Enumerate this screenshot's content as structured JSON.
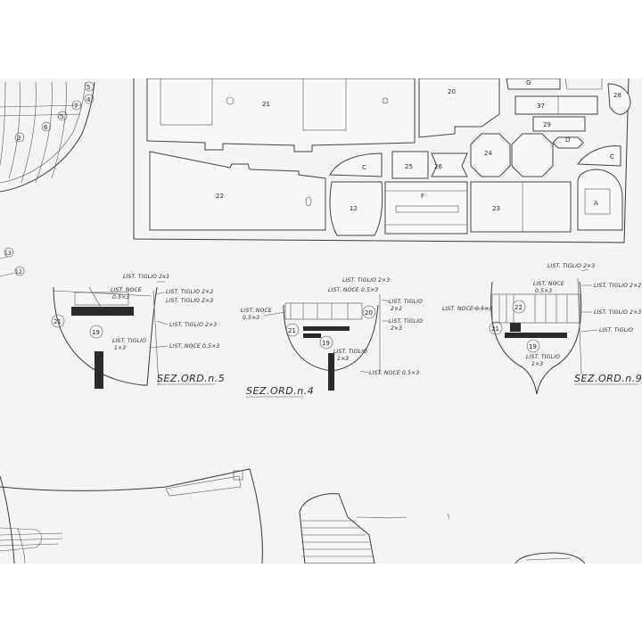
{
  "sheet": {
    "parts": {
      "p21": "21",
      "p20": "20",
      "pG": "G",
      "p28": "28",
      "p37": "37",
      "p29": "29",
      "pD": "D",
      "p24": "24",
      "p25": "25",
      "p26": "26",
      "pC1": "C",
      "pC2": "C",
      "p22": "22",
      "p12": "12",
      "pF": "F",
      "p23": "23",
      "pA": "A"
    },
    "topleft": {
      "n5": "5",
      "n4": "4",
      "n7": "7",
      "n6": "6",
      "n3": "3",
      "n13": "13",
      "n12": "12"
    },
    "section5": {
      "title": "SEZ.ORD.n.5",
      "list_tiglio_2x3": "LIST. TIGLIO 2x3",
      "list_noce": "LIST. NOCE",
      "noce_size": "0.5×3",
      "list_tiglio_2x2": "LIST. TIGLIO 2×2",
      "list_tiglio_2x3b": "LIST. TIGLIO 2×3",
      "list_tiglio_2x3c": "LIST. TIGLIO 2×3",
      "list_tiglio": "LIST. TIGLIO",
      "tiglio_size": "1×3",
      "list_noce_05x3": "LIST. NOCE 0.5×3",
      "c21": "21",
      "c19": "19"
    },
    "section4": {
      "title": "SEZ.ORD.n.4",
      "list_tiglio_2x3": "LIST. TIGLIO 2×3",
      "list_noce_05x3": "LIST. NOCE 0.5×3",
      "list_noce": "LIST. NOCE",
      "noce_size": "0.5×3",
      "list_tiglio_right": "LIST. TIGLIO",
      "tiglio_right_size": "2×2",
      "list_tiglio_right2": "LIST. TIGLIO",
      "tiglio_right2_size": "2×3",
      "list_tiglio_bottom": "LIST. TIGLIO",
      "tiglio_bottom_size": "1×3",
      "list_noce_bottom": "LIST. NOCE 0.5×3",
      "c21": "21",
      "c20": "20",
      "c19": "19"
    },
    "section9": {
      "title": "SEZ.ORD.n.9",
      "list_tiglio_2x3": "LIST. TIGLIO 2×3",
      "list_noce": "LIST. NOCE",
      "noce_size": "0.5×3",
      "list_tiglio_2x2": "LIST. TIGLIO 2×2",
      "list_noce_05x3": "LIST. NOCE 0.5×3",
      "list_tiglio_2x3b": "LIST. TIGLIO 2×3",
      "list_tiglio_rt": "LIST. TIGLIO",
      "list_tiglio_bottom": "LIST. TIGLIO",
      "tiglio_bottom_size": "1×3",
      "c22": "22",
      "c21": "21",
      "c19": "19"
    }
  }
}
